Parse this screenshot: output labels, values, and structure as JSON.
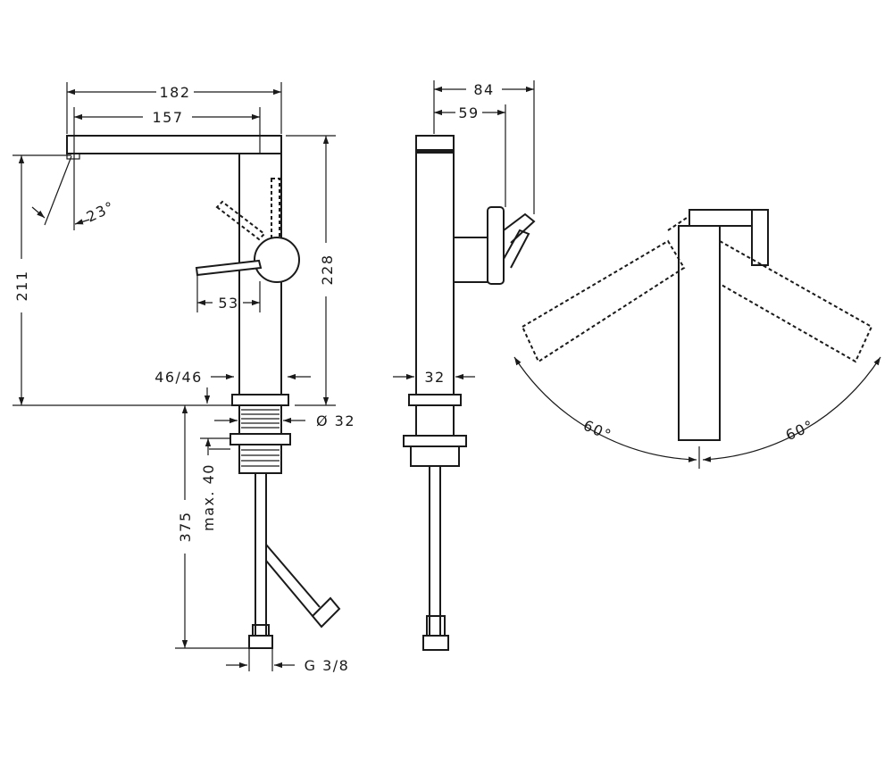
{
  "dimensions": {
    "overall_width": "182",
    "spout_reach": "157",
    "spout_height": "211",
    "overall_height": "228",
    "handle_offset": "53",
    "spout_angle": "23°",
    "base_clearance": "46/46",
    "body_diameter": "Ø 32",
    "below_deck_length": "375",
    "max_deck_thickness": "max. 40",
    "connection_thread": "G 3/8",
    "side_depth": "84",
    "side_handle_depth": "59",
    "side_body_width": "32",
    "rotation_left": "60°",
    "rotation_right": "60°"
  },
  "colors": {
    "line": "#1a1a1a",
    "background": "#ffffff"
  }
}
